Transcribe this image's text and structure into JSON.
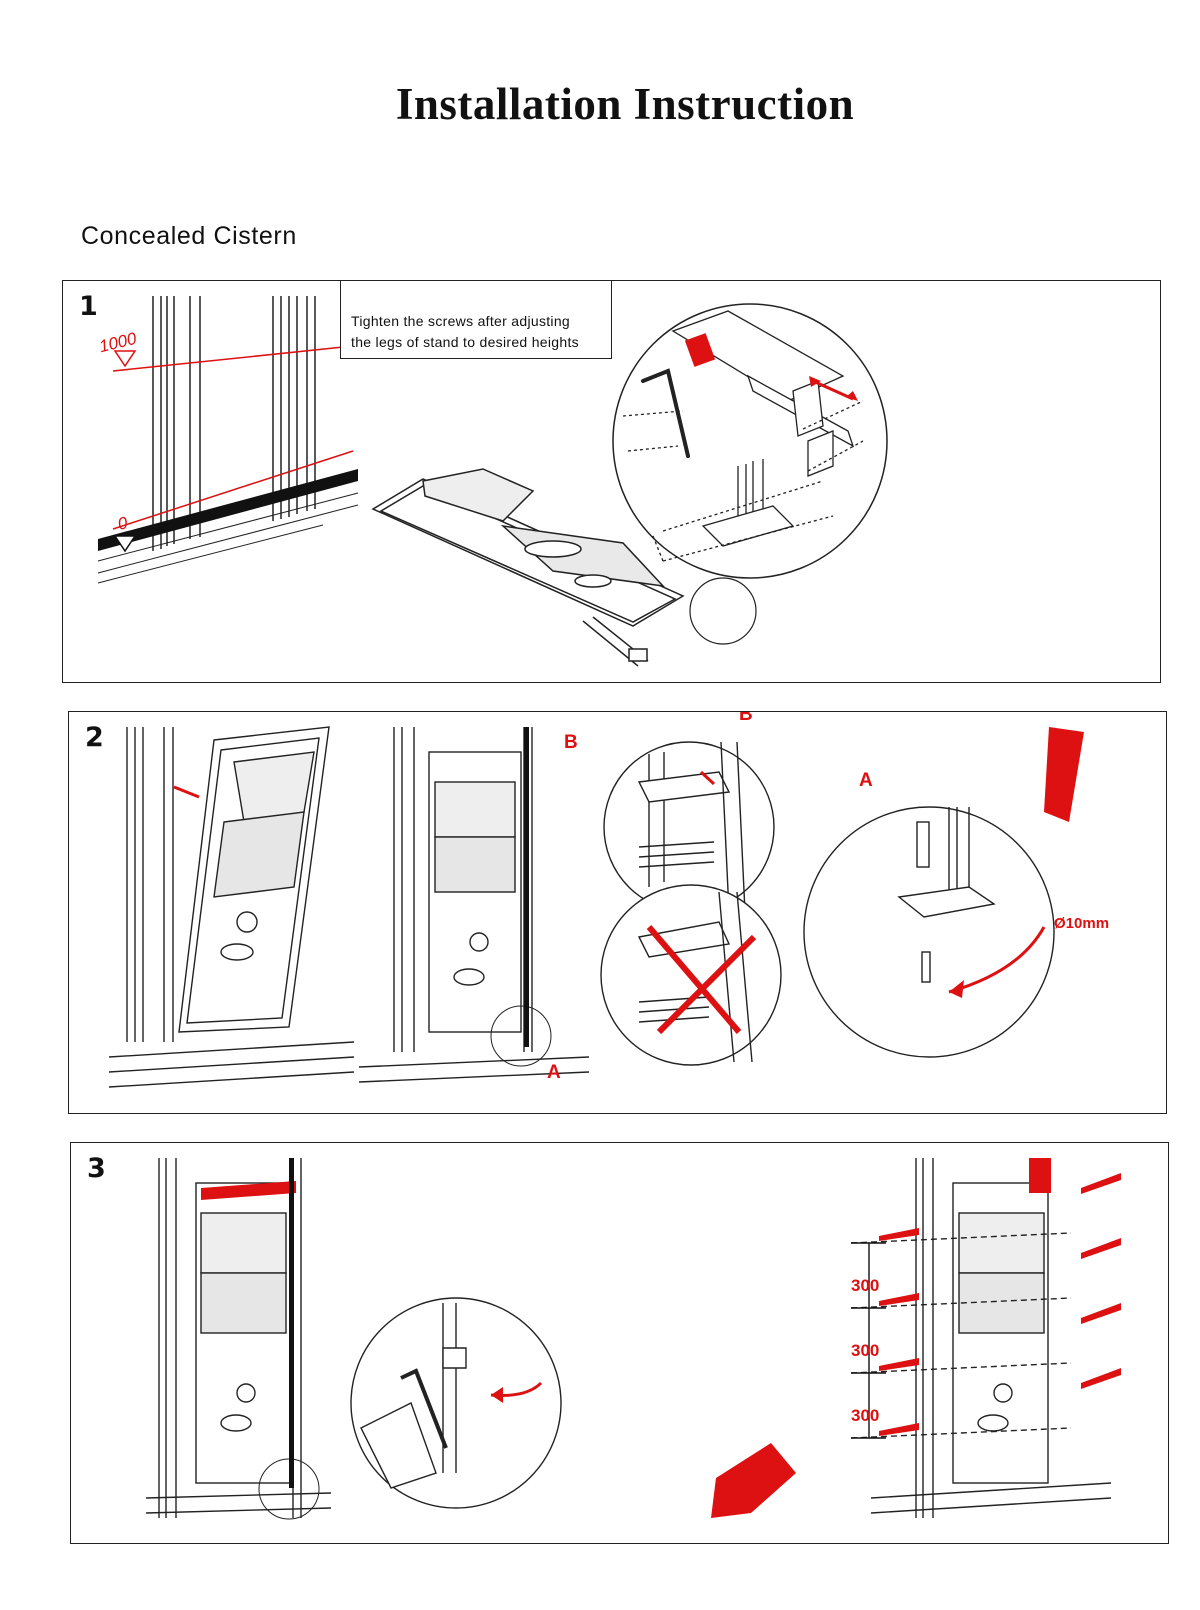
{
  "document": {
    "title": "Installation Instruction",
    "subtitle": "Concealed Cistern"
  },
  "steps": [
    {
      "number": "1",
      "note_line1": "Tighten the screws after adjusting",
      "note_line2": "the legs of stand to desired heights",
      "height_top": "1000",
      "height_floor": "0"
    },
    {
      "number": "2",
      "label_a": "A",
      "label_b": "B",
      "drill_size": "Ø10mm"
    },
    {
      "number": "3",
      "spacing": [
        "300",
        "300",
        "300"
      ]
    }
  ],
  "colors": {
    "accent": "#dd1111",
    "line": "#222222"
  }
}
